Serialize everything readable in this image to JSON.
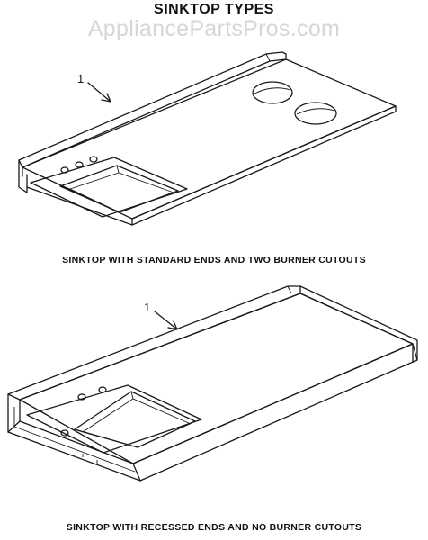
{
  "header": {
    "title": "SINKTOP TYPES",
    "watermark": "AppliancePartsPros.com"
  },
  "figures": [
    {
      "callout": "1",
      "caption": "SINKTOP WITH STANDARD ENDS AND TWO BURNER CUTOUTS"
    },
    {
      "callout": "1",
      "caption": "SINKTOP WITH RECESSED ENDS AND NO BURNER CUTOUTS"
    }
  ]
}
